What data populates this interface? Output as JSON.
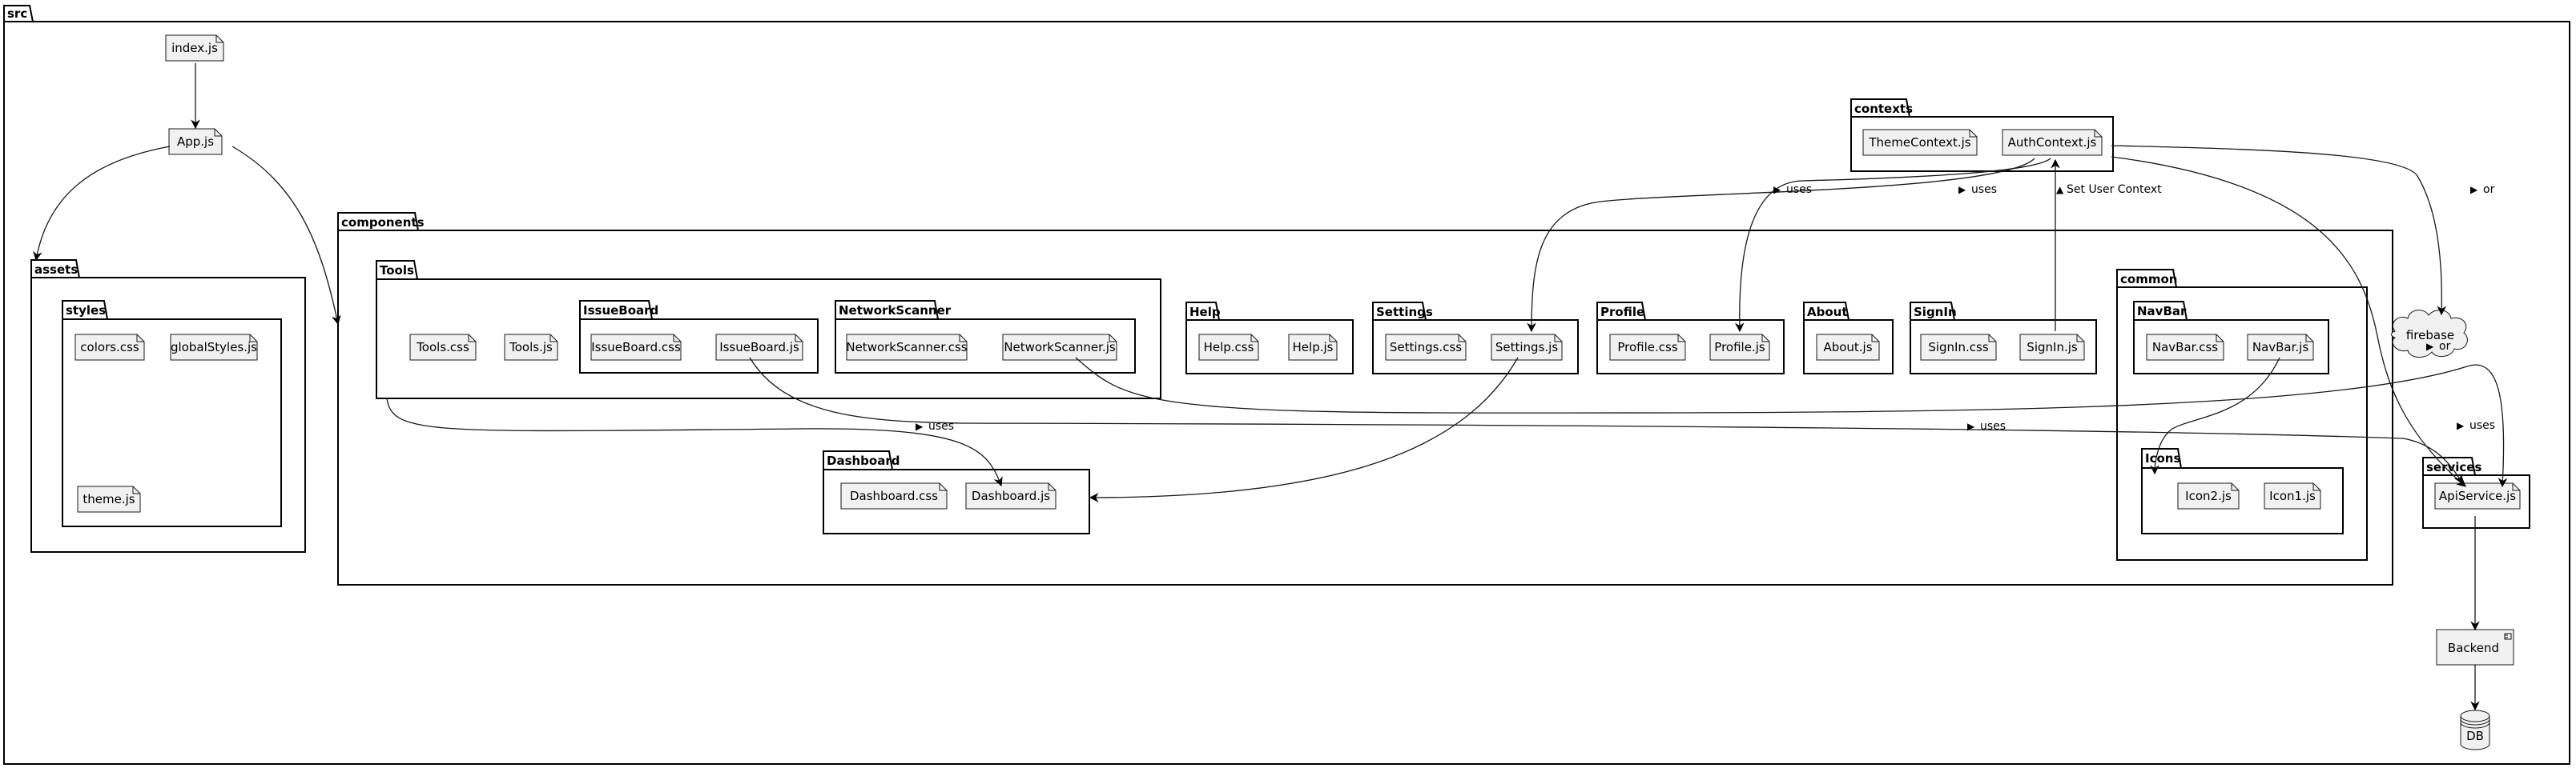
{
  "packages": {
    "src": "src",
    "assets": "assets",
    "styles": "styles",
    "components": "components",
    "tools": "Tools",
    "issueboard": "IssueBoard",
    "networkscanner": "NetworkScanner",
    "help": "Help",
    "settings": "Settings",
    "profile": "Profile",
    "about": "About",
    "signin": "SignIn",
    "common": "common",
    "navbar": "NavBar",
    "icons": "Icons",
    "dashboard": "Dashboard",
    "contexts": "contexts",
    "services": "services"
  },
  "files": {
    "index": "index.js",
    "app": "App.js",
    "colors": "colors.css",
    "globalstyles": "globalStyles.js",
    "theme": "theme.js",
    "toolscss": "Tools.css",
    "toolsjs": "Tools.js",
    "issueboardcss": "IssueBoard.css",
    "issueboardjs": "IssueBoard.js",
    "netscancss": "NetworkScanner.css",
    "netscanjs": "NetworkScanner.js",
    "helpcss": "Help.css",
    "helpjs": "Help.js",
    "settingscss": "Settings.css",
    "settingsjs": "Settings.js",
    "profilecss": "Profile.css",
    "profilejs": "Profile.js",
    "aboutjs": "About.js",
    "signincss": "SignIn.css",
    "signinjs": "SignIn.js",
    "navbarcss": "NavBar.css",
    "navbarjs": "NavBar.js",
    "icon2": "Icon2.js",
    "icon1": "Icon1.js",
    "dashboardcss": "Dashboard.css",
    "dashboardjs": "Dashboard.js",
    "themecontext": "ThemeContext.js",
    "authcontext": "AuthContext.js",
    "apiservice": "ApiService.js"
  },
  "nodes": {
    "firebase": "firebase",
    "backend": "Backend",
    "db": "DB"
  },
  "edge_labels": {
    "uses_settings": "uses",
    "uses_profile": "uses",
    "set_user_context": "Set User Context",
    "or_firebase": "or",
    "or_api": "or",
    "uses_api_auth": "uses",
    "uses_dashboard": "uses",
    "uses_api_issueboard": "uses"
  },
  "arrow_glyphs": {
    "right": "▶",
    "up": "▲"
  }
}
